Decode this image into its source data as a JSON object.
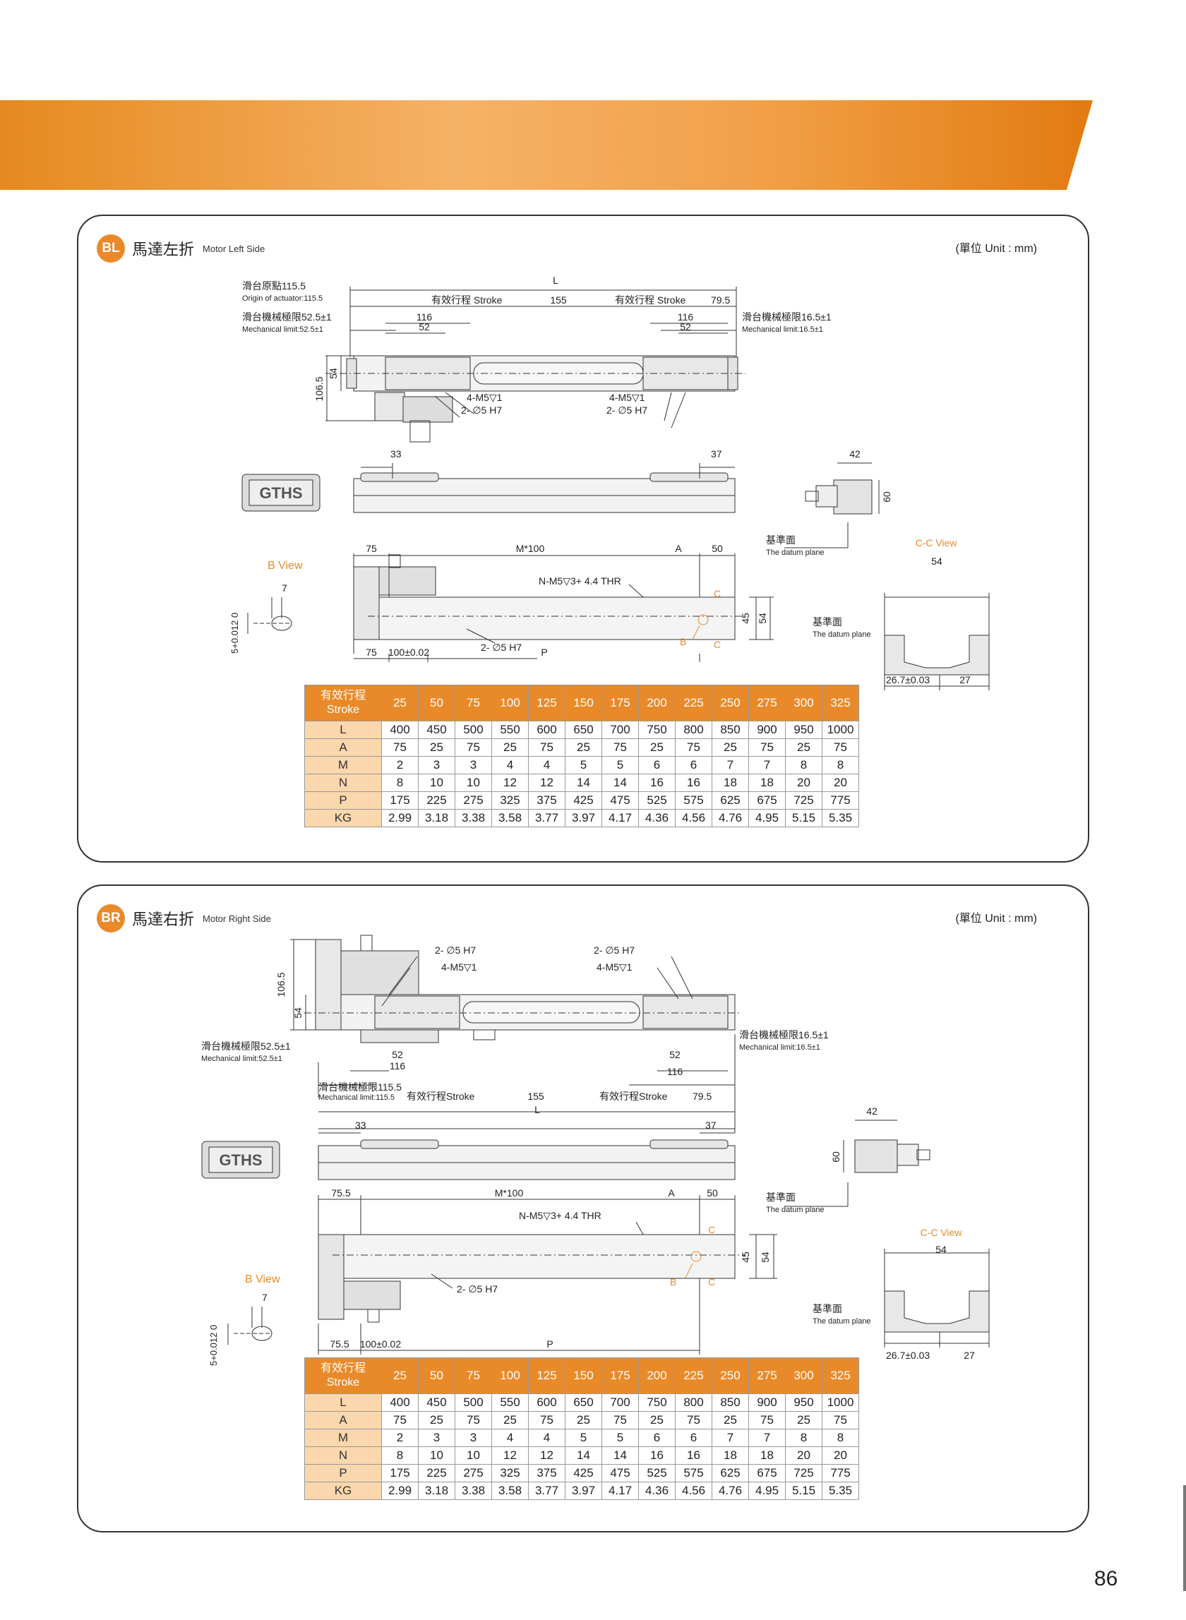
{
  "page_number": "86",
  "colors": {
    "accent": "#e98a2a",
    "row_label": "#fbd7ad",
    "line": "#333333"
  },
  "sections": [
    {
      "badge": "BL",
      "title": "馬達左折",
      "subtitle": "Motor Left Side",
      "unit": "(單位 Unit : mm)",
      "labels": {
        "L": "L",
        "origin_cn": "滑台原點115.5",
        "origin_en": "Origin of actuator:115.5",
        "mech_left_cn": "滑台機械極限52.5±1",
        "mech_left_en": "Mechanical limit:52.5±1",
        "mech_right_cn": "滑台機械極限16.5±1",
        "mech_right_en": "Mechanical limit:16.5±1",
        "stroke_left": "有效行程 Stroke",
        "stroke_right": "有效行程 Stroke",
        "d155": "155",
        "d795": "79.5",
        "d116a": "116",
        "d52a": "52",
        "d116b": "116",
        "d52b": "52",
        "d1065": "106.5",
        "d54": "54",
        "screw1": "4-M5▽1",
        "pin1": "2- ∅5 H7",
        "screw2": "4-M5▽1",
        "pin2": "2- ∅5 H7",
        "d33": "33",
        "d37": "37",
        "logo": "GTHS",
        "d42": "42",
        "d60": "60",
        "datum_cn": "基準面",
        "datum_en": "The datum plane",
        "d75t": "75",
        "m100": "M*100",
        "a": "A",
        "d50": "50",
        "bview": "B View",
        "d7": "7",
        "tol": "5+0.012 0",
        "nm5": "N-M5▽3+ 4.4 THR",
        "c1": "C",
        "c2": "C",
        "b": "B",
        "d45": "45",
        "d54b": "54",
        "pin3": "2- ∅5 H7",
        "d75b": "75",
        "d100": "100±0.02",
        "p": "P",
        "ccview": "C-C View",
        "cc54": "54",
        "datum2_cn": "基準面",
        "datum2_en": "The datum plane",
        "d267": "26.7±0.03",
        "d27": "27"
      },
      "table": {
        "header_cn": "有效行程",
        "header_en": "Stroke",
        "strokes": [
          "25",
          "50",
          "75",
          "100",
          "125",
          "150",
          "175",
          "200",
          "225",
          "250",
          "275",
          "300",
          "325"
        ],
        "rows": [
          {
            "label": "L",
            "values": [
              "400",
              "450",
              "500",
              "550",
              "600",
              "650",
              "700",
              "750",
              "800",
              "850",
              "900",
              "950",
              "1000"
            ]
          },
          {
            "label": "A",
            "values": [
              "75",
              "25",
              "75",
              "25",
              "75",
              "25",
              "75",
              "25",
              "75",
              "25",
              "75",
              "25",
              "75"
            ]
          },
          {
            "label": "M",
            "values": [
              "2",
              "3",
              "3",
              "4",
              "4",
              "5",
              "5",
              "6",
              "6",
              "7",
              "7",
              "8",
              "8"
            ]
          },
          {
            "label": "N",
            "values": [
              "8",
              "10",
              "10",
              "12",
              "12",
              "14",
              "14",
              "16",
              "16",
              "18",
              "18",
              "20",
              "20"
            ]
          },
          {
            "label": "P",
            "values": [
              "175",
              "225",
              "275",
              "325",
              "375",
              "425",
              "475",
              "525",
              "575",
              "625",
              "675",
              "725",
              "775"
            ]
          },
          {
            "label": "KG",
            "values": [
              "2.99",
              "3.18",
              "3.38",
              "3.58",
              "3.77",
              "3.97",
              "4.17",
              "4.36",
              "4.56",
              "4.76",
              "4.95",
              "5.15",
              "5.35"
            ]
          }
        ]
      }
    },
    {
      "badge": "BR",
      "title": "馬達右折",
      "subtitle": "Motor Right Side",
      "unit": "(單位 Unit : mm)",
      "labels": {
        "pin1": "2- ∅5 H7",
        "screw1": "4-M5▽1",
        "pin2": "2- ∅5 H7",
        "screw2": "4-M5▽1",
        "d1065": "106.5",
        "d54": "54",
        "mech_left_cn": "滑台機械極限52.5±1",
        "mech_left_en": "Mechanical limit:52.5±1",
        "mech_right_cn": "滑台機械極限16.5±1",
        "mech_right_en": "Mechanical limit:16.5±1",
        "d52a": "52",
        "d116a": "116",
        "d52b": "52",
        "d116b": "116",
        "mech_115_cn": "滑台機械極限115.5",
        "mech_115_en": "Mechanical limit:115.5",
        "stroke_left": "有效行程Stroke",
        "d155": "155",
        "stroke_right": "有效行程Stroke",
        "d795": "79.5",
        "L": "L",
        "d33": "33",
        "d37": "37",
        "logo": "GTHS",
        "d42": "42",
        "d60": "60",
        "datum_cn": "基準面",
        "datum_en": "The datum plane",
        "d755t": "75.5",
        "m100": "M*100",
        "a": "A",
        "d50": "50",
        "nm5": "N-M5▽3+ 4.4 THR",
        "c1": "C",
        "c2": "C",
        "b": "B",
        "d45": "45",
        "d54b": "54",
        "pin3": "2- ∅5 H7",
        "bview": "B View",
        "d7": "7",
        "tol": "5+0.012 0",
        "d755b": "75.5",
        "d100": "100±0.02",
        "p": "P",
        "ccview": "C-C View",
        "cc54": "54",
        "datum2_cn": "基準面",
        "datum2_en": "The datum plane",
        "d267": "26.7±0.03",
        "d27": "27"
      },
      "table": {
        "header_cn": "有效行程",
        "header_en": "Stroke",
        "strokes": [
          "25",
          "50",
          "75",
          "100",
          "125",
          "150",
          "175",
          "200",
          "225",
          "250",
          "275",
          "300",
          "325"
        ],
        "rows": [
          {
            "label": "L",
            "values": [
              "400",
              "450",
              "500",
              "550",
              "600",
              "650",
              "700",
              "750",
              "800",
              "850",
              "900",
              "950",
              "1000"
            ]
          },
          {
            "label": "A",
            "values": [
              "75",
              "25",
              "75",
              "25",
              "75",
              "25",
              "75",
              "25",
              "75",
              "25",
              "75",
              "25",
              "75"
            ]
          },
          {
            "label": "M",
            "values": [
              "2",
              "3",
              "3",
              "4",
              "4",
              "5",
              "5",
              "6",
              "6",
              "7",
              "7",
              "8",
              "8"
            ]
          },
          {
            "label": "N",
            "values": [
              "8",
              "10",
              "10",
              "12",
              "12",
              "14",
              "14",
              "16",
              "16",
              "18",
              "18",
              "20",
              "20"
            ]
          },
          {
            "label": "P",
            "values": [
              "175",
              "225",
              "275",
              "325",
              "375",
              "425",
              "475",
              "525",
              "575",
              "625",
              "675",
              "725",
              "775"
            ]
          },
          {
            "label": "KG",
            "values": [
              "2.99",
              "3.18",
              "3.38",
              "3.58",
              "3.77",
              "3.97",
              "4.17",
              "4.36",
              "4.56",
              "4.76",
              "4.95",
              "5.15",
              "5.35"
            ]
          }
        ]
      }
    }
  ]
}
